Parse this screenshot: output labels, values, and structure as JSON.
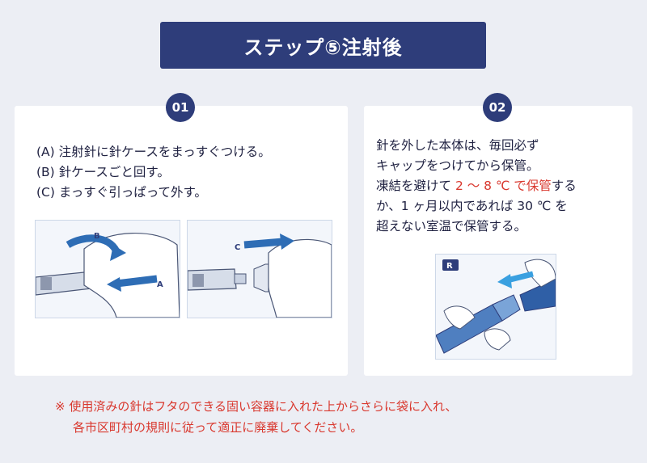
{
  "title": "ステップ⑤注射後",
  "step1": {
    "number": "01",
    "lines": [
      "(A) 注射針に針ケースをまっすぐつける。",
      "(B) 針ケースごと回す。",
      "(C) まっすぐ引っぱって外す。"
    ],
    "illus_label_b": "B",
    "illus_label_a": "A",
    "illus_label_c": "C"
  },
  "step2": {
    "number": "02",
    "line1": "針を外した本体は、毎回必ず",
    "line2": "キャップをつけてから保管。",
    "line3_pre": "凍結を避けて ",
    "line3_red": "2 〜 8 ℃ で保管",
    "line3_post": "する",
    "line4": "か、1 ヶ月以内であれば 30 ℃ を",
    "line5": "超えない室温で保管する。",
    "badge": "R"
  },
  "footer": {
    "line1": "※ 使用済みの針はフタのできる固い容器に入れた上からさらに袋に入れ、",
    "line2": "各市区町村の規則に従って適正に廃棄してください。"
  },
  "colors": {
    "navy": "#2e3d7a",
    "red": "#d9382e",
    "background": "#eceef4"
  }
}
